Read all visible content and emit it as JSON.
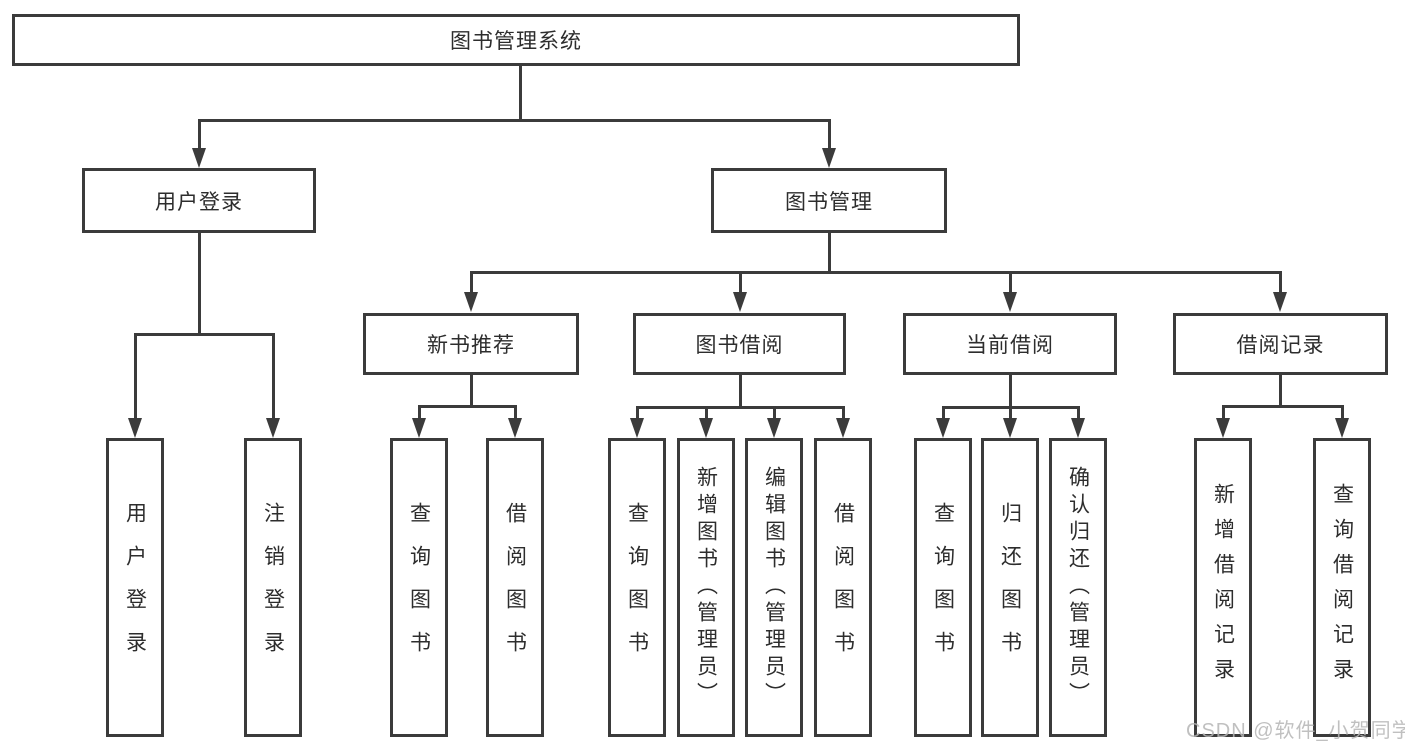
{
  "colors": {
    "line": "#3b3b3b",
    "text": "#2d2d2d",
    "background": "#ffffff",
    "watermark": "#b6b6b6"
  },
  "nodes": {
    "root": {
      "label": "图书管理系统"
    },
    "level2": [
      {
        "label": "用户登录",
        "parent": "图书管理系统"
      },
      {
        "label": "图书管理",
        "parent": "图书管理系统"
      }
    ],
    "level3": [
      {
        "label": "新书推荐",
        "parent": "图书管理"
      },
      {
        "label": "图书借阅",
        "parent": "图书管理"
      },
      {
        "label": "当前借阅",
        "parent": "图书管理"
      },
      {
        "label": "借阅记录",
        "parent": "图书管理"
      }
    ],
    "leaves": [
      {
        "label": "用户登录",
        "parent": "用户登录"
      },
      {
        "label": "注销登录",
        "parent": "用户登录"
      },
      {
        "label": "查询图书",
        "parent": "新书推荐"
      },
      {
        "label": "借阅图书",
        "parent": "新书推荐"
      },
      {
        "label": "查询图书",
        "parent": "图书借阅"
      },
      {
        "label": "新增图书（管理员）",
        "parent": "图书借阅"
      },
      {
        "label": "编辑图书（管理员）",
        "parent": "图书借阅"
      },
      {
        "label": "借阅图书",
        "parent": "图书借阅"
      },
      {
        "label": "查询图书",
        "parent": "当前借阅"
      },
      {
        "label": "归还图书",
        "parent": "当前借阅"
      },
      {
        "label": "确认归还（管理员）",
        "parent": "当前借阅"
      },
      {
        "label": "新增借阅记录",
        "parent": "借阅记录"
      },
      {
        "label": "查询借阅记录",
        "parent": "借阅记录"
      }
    ]
  },
  "watermark": {
    "text": "CSDN @软件_小贺同学"
  }
}
